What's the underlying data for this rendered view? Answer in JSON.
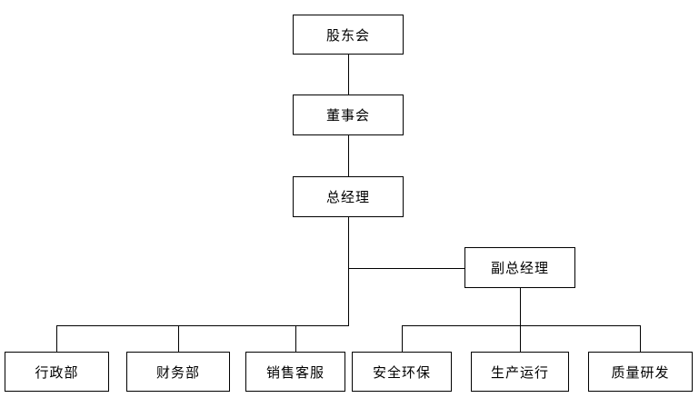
{
  "page": {
    "background": "#ffffff"
  },
  "diagram": {
    "type": "org-chart",
    "colors": {
      "line": "#000000",
      "node_border": "#000000",
      "node_fill": "#ffffff",
      "text": "#000000"
    },
    "nodes": [
      {
        "id": "shareholders-meeting",
        "label": "股东会",
        "level": 1,
        "parent": null
      },
      {
        "id": "board-of-directors",
        "label": "董事会",
        "level": 2,
        "parent": "shareholders-meeting"
      },
      {
        "id": "general-manager",
        "label": "总经理",
        "level": 3,
        "parent": "board-of-directors"
      },
      {
        "id": "deputy-general-manager",
        "label": "副总经理",
        "level": 4,
        "parent": "general-manager"
      },
      {
        "id": "administration-dept",
        "label": "行政部",
        "level": 5,
        "parent": "general-manager"
      },
      {
        "id": "finance-dept",
        "label": "财务部",
        "level": 5,
        "parent": "general-manager"
      },
      {
        "id": "sales-customer-service",
        "label": "销售客服",
        "level": 5,
        "parent": "general-manager"
      },
      {
        "id": "safety-environment",
        "label": "安全环保",
        "level": 5,
        "parent": "deputy-general-manager"
      },
      {
        "id": "production-operations",
        "label": "生产运行",
        "level": 5,
        "parent": "deputy-general-manager"
      },
      {
        "id": "quality-rd",
        "label": "质量研发",
        "level": 5,
        "parent": "deputy-general-manager"
      }
    ]
  }
}
